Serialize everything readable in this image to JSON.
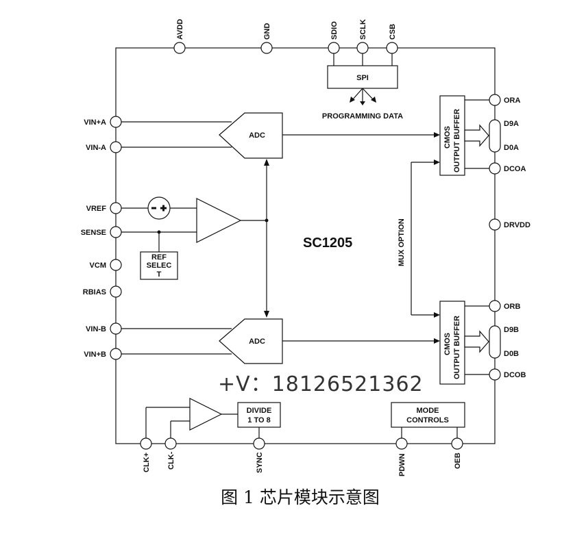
{
  "chip_name": "SC1205",
  "blocks": {
    "spi": "SPI",
    "programming_data": "PROGRAMMING DATA",
    "adc_a": "ADC",
    "adc_b": "ADC",
    "ref_select": [
      "REF",
      "SELEC",
      "T"
    ],
    "cmos_a": [
      "CMOS",
      "OUTPUT BUFFER"
    ],
    "cmos_b": [
      "CMOS",
      "OUTPUT BUFFER"
    ],
    "mux_option": "MUX OPTION",
    "divide": [
      "DIVIDE",
      "1 TO 8"
    ],
    "mode_controls": [
      "MODE",
      "CONTROLS"
    ]
  },
  "pins": {
    "top": [
      "AVDD",
      "GND",
      "SDIO",
      "SCLK",
      "CSB"
    ],
    "left": [
      "VIN+A",
      "VIN-A",
      "VREF",
      "SENSE",
      "VCM",
      "RBIAS",
      "VIN-B",
      "VIN+B"
    ],
    "right": [
      "ORA",
      "D9A",
      "D0A",
      "DCOA",
      "DRVDD",
      "ORB",
      "D9B",
      "D0B",
      "DCOB"
    ],
    "bottom": [
      "CLK+",
      "CLK-",
      "SYNC",
      "PDWN",
      "OEB"
    ]
  },
  "watermark": "+V：18126521362",
  "caption": "图 1 芯片模块示意图"
}
